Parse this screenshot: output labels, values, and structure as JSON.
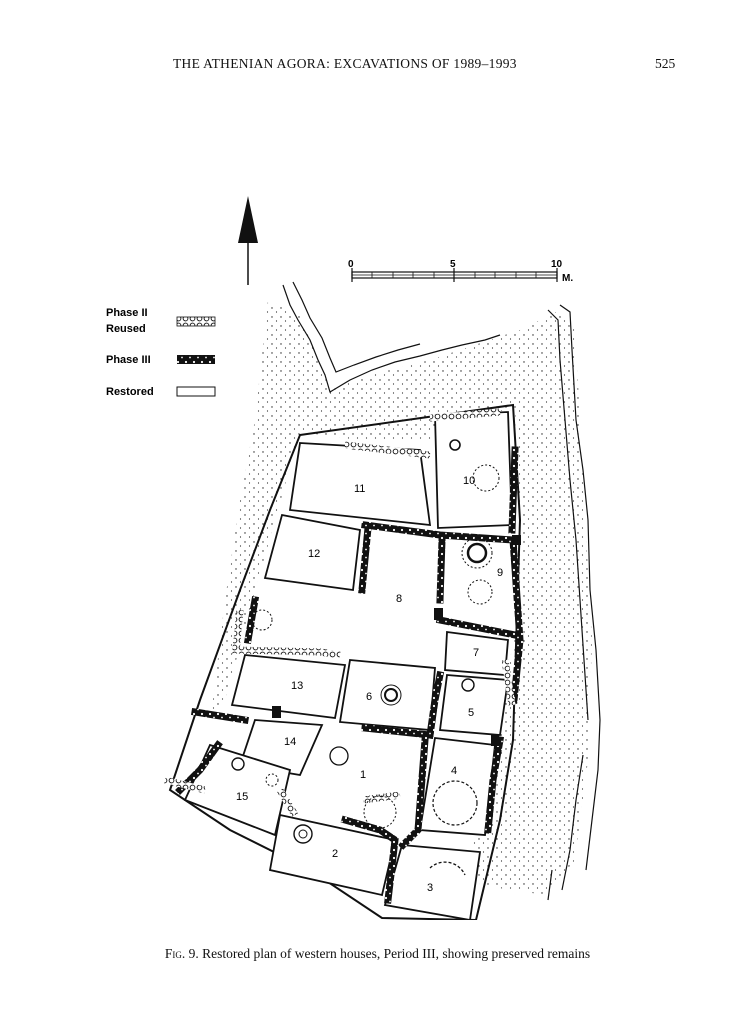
{
  "header": {
    "running_title": "THE ATHENIAN AGORA: EXCAVATIONS OF 1989–1993",
    "page_number": "525"
  },
  "figure": {
    "legend": {
      "phase2_line1": "Phase II",
      "phase2_line2": "Reused",
      "phase3": "Phase III",
      "restored": "Restored"
    },
    "scale": {
      "tick0": "0",
      "tick5": "5",
      "tick10": "10",
      "unit": "M."
    },
    "rooms": {
      "r1": "1",
      "r2": "2",
      "r3": "3",
      "r4": "4",
      "r5": "5",
      "r6": "6",
      "r7": "7",
      "r8": "8",
      "r9": "9",
      "r10": "10",
      "r11": "11",
      "r12": "12",
      "r13": "13",
      "r14": "14",
      "r15": "15"
    }
  },
  "caption": {
    "label": "Fig. 9.",
    "text": " Restored plan of western houses, Period III, showing preserved remains"
  }
}
